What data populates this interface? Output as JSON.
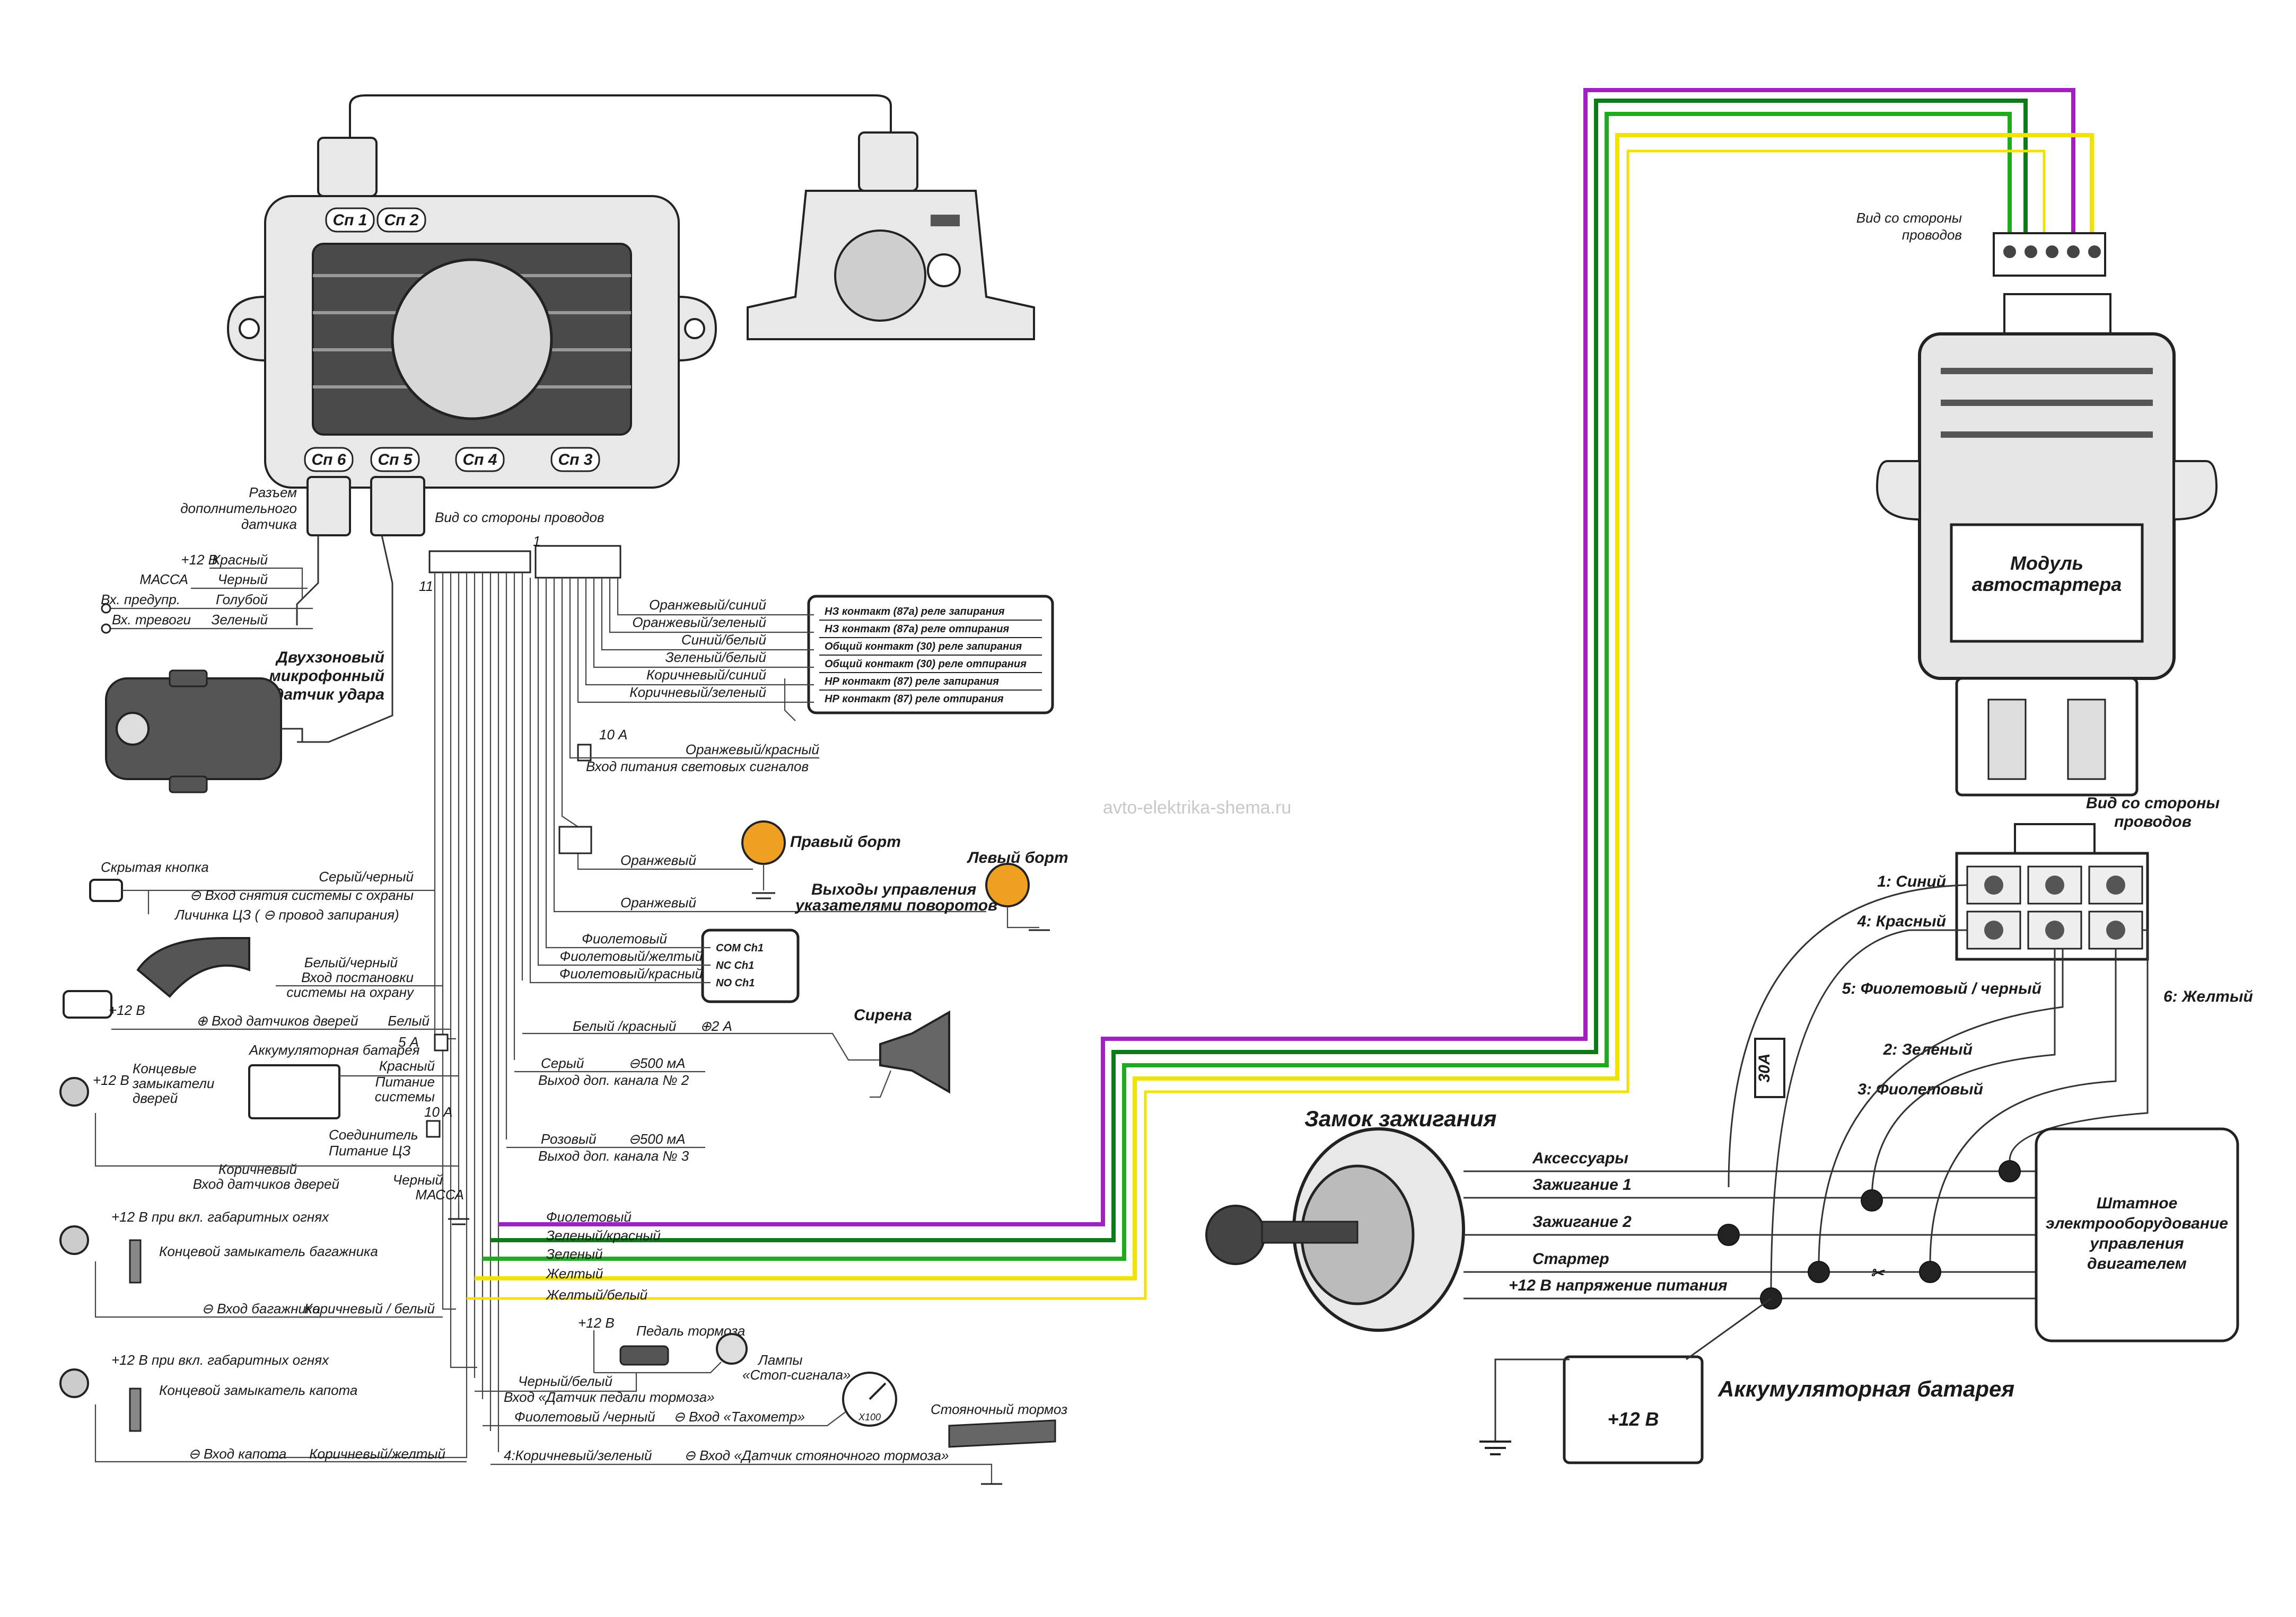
{
  "colors": {
    "purple": "#a020c0",
    "green": "#1faa1f",
    "dark_green": "#0e7a18",
    "yellow": "#f2e200",
    "lamp_orange": "#f0a020",
    "wire_gray": "#333333"
  },
  "alarm_unit": {
    "conn1": "Сп 1",
    "conn2": "Сп 2",
    "conn3": "Сп 3",
    "conn4": "Сп 4",
    "conn5": "Сп 5",
    "conn6": "Сп 6",
    "view_from_wires": "Вид со стороны проводов",
    "pin1": "1",
    "pin11": "11"
  },
  "extra_sensor": {
    "title_l1": "Разъем",
    "title_l2": "дополнительного",
    "title_l3": "датчика",
    "rows": [
      {
        "left": "+12 В",
        "wire": "Красный"
      },
      {
        "left": "МАССА",
        "wire": "Черный"
      },
      {
        "left": "Вх. предупр.",
        "wire": "Голубой"
      },
      {
        "left": "Вх. тревоги",
        "wire": "Зеленый"
      }
    ]
  },
  "shock_sensor": {
    "l1": "Двухзоновый",
    "l2": "микрофонный",
    "l3": "датчик удара"
  },
  "relay_block": {
    "wires": [
      "Оранжевый/синий",
      "Оранжевый/зеленый",
      "Синий/белый",
      "Зеленый/белый",
      "Коричневый/синий",
      "Коричневый/зеленый"
    ],
    "contacts": [
      "НЗ контакт (87а) реле запирания",
      "НЗ контакт (87а) реле отпирания",
      "Общий контакт (30) реле запирания",
      "Общий контакт (30) реле отпирания",
      "НР контакт (87) реле запирания",
      "НР контакт (87) реле отпирания"
    ]
  },
  "lights": {
    "fuse": "10 А",
    "wire": "Оранжевый/красный",
    "label": "Вход питания световых сигналов",
    "right_wire": "Оранжевый",
    "right_label": "Правый борт",
    "left_wire": "Оранжевый",
    "left_label": "Левый борт",
    "outputs_l1": "Выходы управления",
    "outputs_l2": "указателями поворотов"
  },
  "channel1": {
    "wires": [
      "Фиолетовый",
      "Фиолетовый/желтый",
      "Фиолетовый/красный"
    ],
    "contacts": [
      "COM Ch1",
      "NC Ch1",
      "NO Ch1"
    ]
  },
  "siren": {
    "wire": "Белый /красный",
    "current": "⊕2 А",
    "label": "Сирена"
  },
  "channel2": {
    "wire": "Серый",
    "current": "⊖500 мА",
    "label": "Выход доп. канала № 2"
  },
  "channel3": {
    "wire": "Розовый",
    "current": "⊖500 мА",
    "label": "Выход доп. канала № 3"
  },
  "left_inputs": {
    "hidden_button": "Скрытая кнопка",
    "disarm_wire": "Серый/черный",
    "disarm_label": "⊖ Вход снятия системы с охраны",
    "lock_label": "Личинка ЦЗ ( ⊖ провод запирания)",
    "arm_wire": "Белый/черный",
    "arm_l1": "Вход постановки",
    "arm_l2": "системы на охрану",
    "plus12": "+12 В",
    "doors_input": "⊕ Вход датчиков дверей",
    "doors_wire": "Белый",
    "fuse5": "5 А",
    "battery": "Аккумуляторная батарея",
    "power_wire": "Красный",
    "power_l1": "Питание",
    "power_l2": "системы",
    "door_switch_l1": "Концевые",
    "door_switch_l2": "замыкатели",
    "door_switch_l3": "дверей",
    "fuse10": "10 А",
    "cl_power_l1": "Соединитель",
    "cl_power_l2": "Питание ЦЗ",
    "neg_doors_wire": "Коричневый",
    "neg_doors_label": "Вход датчиков дверей",
    "ground_l1": "Черный",
    "ground_l2": "МАССА",
    "trunk_power": "+12 В при вкл. габаритных огнях",
    "trunk_switch": "Концевой замыкатель багажника",
    "trunk_input": "⊖ Вход багажника",
    "trunk_wire": "Коричневый / белый",
    "hood_power": "+12 В при вкл. габаритных огнях",
    "hood_switch": "Концевой замыкатель капота",
    "hood_input": "⊖ Вход капота",
    "hood_wire": "Коричневый/желтый"
  },
  "autostart_wires": [
    "Фиолетовый",
    "Зеленый/красный",
    "Зеленый",
    "Желтый",
    "Желтый/белый"
  ],
  "brake": {
    "plus12": "+12 В",
    "pedal": "Педаль тормоза",
    "lamps_l1": "Лампы",
    "lamps_l2": "«Стоп-сигнала»",
    "wire": "Черный/белый",
    "input": "Вход «Датчик педали тормоза»",
    "tacho_wire": "Фиолетовый /черный",
    "tacho_input": "⊖ Вход «Тахометр»",
    "tacho_scale": "X100",
    "parking_brake": "Стояночный тормоз",
    "park_wire": "4:Коричневый/зеленый",
    "park_input": "⊖ Вход «Датчик стояночного тормоза»"
  },
  "autostart_module": {
    "top_view_l1": "Вид со стороны",
    "top_view_l2": "проводов",
    "title_l1": "Модуль",
    "title_l2": "автостартера",
    "side_view_l1": "Вид со стороны",
    "side_view_l2": "проводов",
    "pins": [
      "1: Синий",
      "4: Красный",
      "5: Фиолетовый / черный",
      "6: Желтый",
      "2: Зеленый",
      "3: Фиолетовый"
    ],
    "fuse": "30А"
  },
  "ignition": {
    "title": "Замок зажигания",
    "lines": [
      "Аксессуары",
      "Зажигание 1",
      "Зажигание 2",
      "Стартер",
      "+12 В напряжение питания"
    ],
    "battery": "Аккумуляторная батарея",
    "battery_volt": "+12 В"
  },
  "engine_box": {
    "l1": "Штатное",
    "l2": "электрооборудование",
    "l3": "управления",
    "l4": "двигателем"
  },
  "watermark": "avto-elektrika-shema.ru"
}
